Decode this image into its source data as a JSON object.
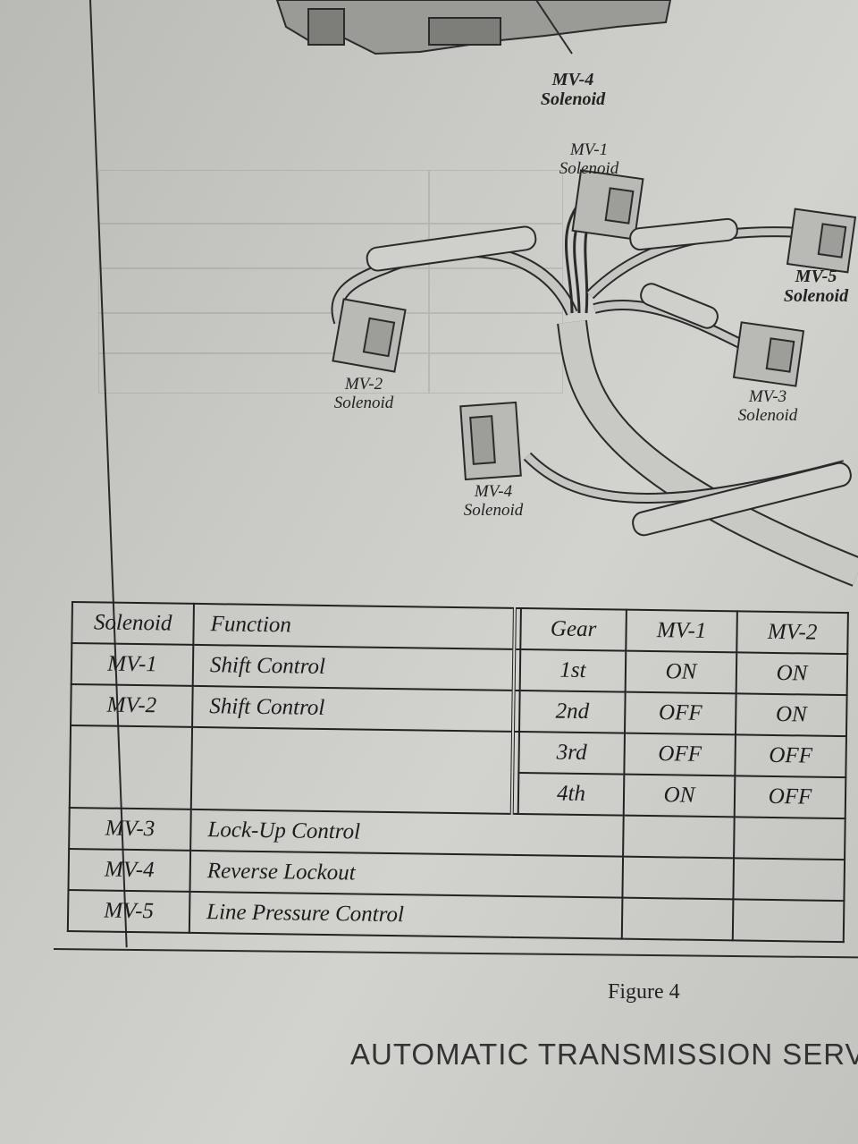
{
  "diagram": {
    "labels": {
      "mv4_top": "MV-4\nSolenoid",
      "mv1": "MV-1\nSolenoid",
      "mv5": "MV-5\nSolenoid",
      "mv2": "MV-2\nSolenoid",
      "mv3": "MV-3\nSolenoid",
      "mv4": "MV-4\nSolenoid"
    }
  },
  "table": {
    "headers": {
      "solenoid": "Solenoid",
      "function": "Function",
      "gear": "Gear",
      "mv1": "MV-1",
      "mv2": "MV-2"
    },
    "rows": [
      {
        "solenoid": "MV-1",
        "function": "Shift Control"
      },
      {
        "solenoid": "MV-2",
        "function": "Shift Control"
      },
      {
        "solenoid": "MV-3",
        "function": "Lock-Up Control"
      },
      {
        "solenoid": "MV-4",
        "function": "Reverse Lockout"
      },
      {
        "solenoid": "MV-5",
        "function": "Line Pressure Control"
      }
    ],
    "gears": [
      {
        "gear": "1st",
        "mv1": "ON",
        "mv2": "ON"
      },
      {
        "gear": "2nd",
        "mv1": "OFF",
        "mv2": "ON"
      },
      {
        "gear": "3rd",
        "mv1": "OFF",
        "mv2": "OFF"
      },
      {
        "gear": "4th",
        "mv1": "ON",
        "mv2": "OFF"
      }
    ]
  },
  "caption": "Figure 4",
  "footer": "AUTOMATIC TRANSMISSION SERVICE G"
}
